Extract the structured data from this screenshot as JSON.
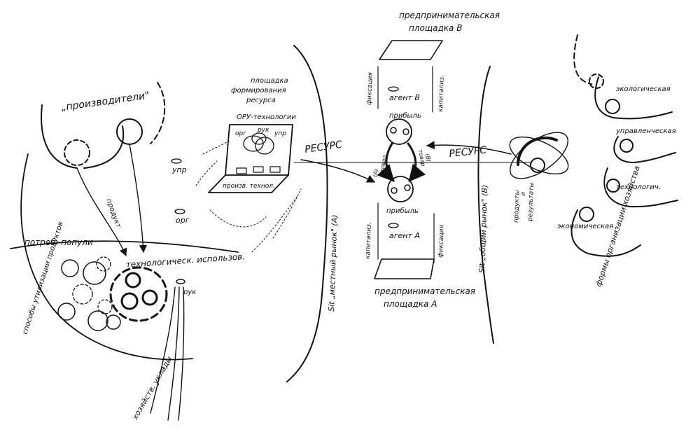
{
  "left": {
    "producers": "„производители\"",
    "product": "продукт",
    "consumer_populations": "потреб. попули",
    "product_utilization": "способы утилизации продуктов",
    "tech_use": "технологическ. использов.",
    "management_abbr": "рук",
    "economic_structures": "хозяйств. уклады"
  },
  "middle_left": {
    "platform_title": [
      "площадка",
      "формирования",
      "ресурса"
    ],
    "oru_tech": "ОРУ-технологии",
    "org": "орг",
    "ruk": "рук",
    "upr": "упр",
    "upr_agent": "упр",
    "org_agent": "орг",
    "prod_tech": "произв. технол."
  },
  "center": {
    "platform_b": [
      "предпринимательская",
      "площадка В"
    ],
    "platform_a": [
      "предпринимательская",
      "площадка А"
    ],
    "agent_b": "агент В",
    "agent_a": "агент А",
    "profit_top": "прибыль",
    "profit_bottom": "прибыль",
    "fixation_top": "фиксация",
    "capitaliz_top": "капитализ.",
    "capitaliz_bottom": "капитализ.",
    "fixation_bottom": "фиксация",
    "resource_left": "РЕСУРС",
    "resource_right": "РЕСУРС",
    "market_local": "Sit „местный рынок\" (А)",
    "market_common": "Sit „общий рынок\" (В)",
    "goods_left": "товар",
    "goods_right": "товар",
    "mark_left": "(А)",
    "mark_right": "(В)"
  },
  "right": {
    "products_results": [
      "продукты",
      "и",
      "результаты"
    ],
    "ecological": "экологическая",
    "managerial": "управленческая",
    "technological": "технологич.",
    "economic": "экономическая",
    "forms": "формы организации хозяйства"
  }
}
